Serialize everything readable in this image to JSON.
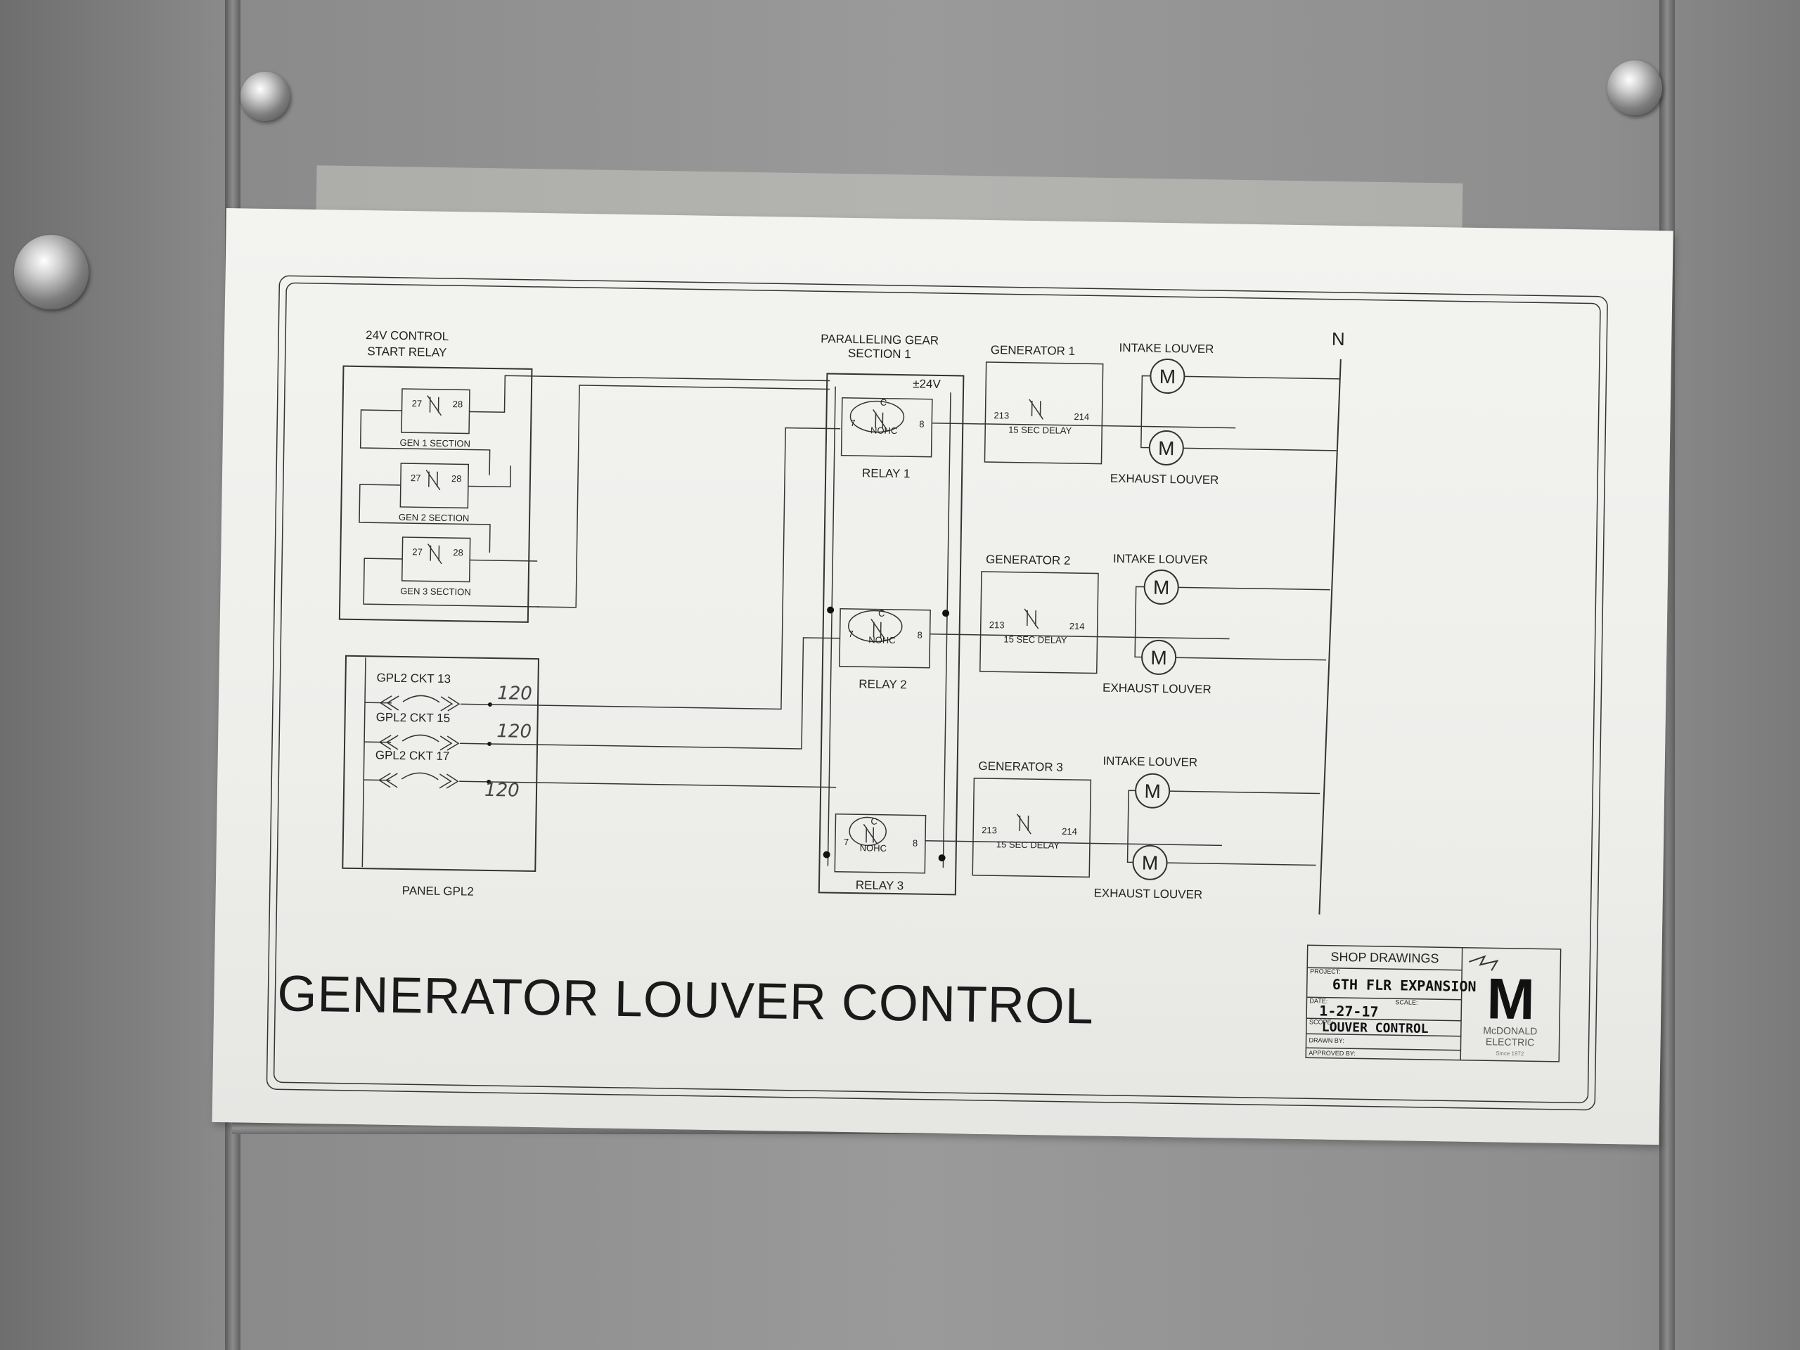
{
  "title": "GENERATOR LOUVER CONTROL",
  "neutral_label": "N",
  "control_relay": {
    "heading_line1": "24V CONTROL",
    "heading_line2": "START RELAY",
    "sections": [
      {
        "label": "GEN 1 SECTION",
        "pin_left": "27",
        "pin_right": "28"
      },
      {
        "label": "GEN 2 SECTION",
        "pin_left": "27",
        "pin_right": "28"
      },
      {
        "label": "GEN 3 SECTION",
        "pin_left": "27",
        "pin_right": "28"
      }
    ]
  },
  "paralleling_gear": {
    "heading_line1": "PARALLELING GEAR",
    "heading_line2": "SECTION 1",
    "supply": "±24V",
    "relays": [
      {
        "label": "RELAY 1",
        "contact": "C",
        "no_nc": "NOHC",
        "pin_left": "7",
        "pin_right": "8"
      },
      {
        "label": "RELAY 2",
        "contact": "C",
        "no_nc": "NOHC",
        "pin_left": "7",
        "pin_right": "8"
      },
      {
        "label": "RELAY 3",
        "contact": "C",
        "no_nc": "NOHC",
        "pin_left": "7",
        "pin_right": "8"
      }
    ]
  },
  "generators": [
    {
      "label": "GENERATOR 1",
      "pin_left": "213",
      "pin_right": "214",
      "delay": "15 SEC DELAY"
    },
    {
      "label": "GENERATOR 2",
      "pin_left": "213",
      "pin_right": "214",
      "delay": "15 SEC DELAY"
    },
    {
      "label": "GENERATOR 3",
      "pin_left": "213",
      "pin_right": "214",
      "delay": "15 SEC DELAY"
    }
  ],
  "louvers": [
    {
      "intake": "INTAKE LOUVER",
      "exhaust": "EXHAUST LOUVER",
      "motor": "M"
    },
    {
      "intake": "INTAKE LOUVER",
      "exhaust": "EXHAUST LOUVER",
      "motor": "M"
    },
    {
      "intake": "INTAKE LOUVER",
      "exhaust": "EXHAUST LOUVER",
      "motor": "M"
    }
  ],
  "panel": {
    "label": "PANEL GPL2",
    "circuits": [
      {
        "label": "GPL2 CKT 13",
        "voltage": "120"
      },
      {
        "label": "GPL2 CKT 15",
        "voltage": "120"
      },
      {
        "label": "GPL2 CKT 17",
        "voltage": "120"
      }
    ]
  },
  "title_block": {
    "heading": "SHOP DRAWINGS",
    "project_label": "PROJECT:",
    "project": "6TH FLR EXPANSION",
    "date_label": "DATE:",
    "date": "1-27-17",
    "scale_label": "SCALE:",
    "scope_label": "SCOPE:",
    "scope": "LOUVER CONTROL",
    "drawn_label": "DRAWN BY:",
    "approved_label": "APPROVED BY:",
    "logo_letter": "M",
    "company_line1": "McDONALD",
    "company_line2": "ELECTRIC",
    "company_tag": "Since 1972"
  }
}
